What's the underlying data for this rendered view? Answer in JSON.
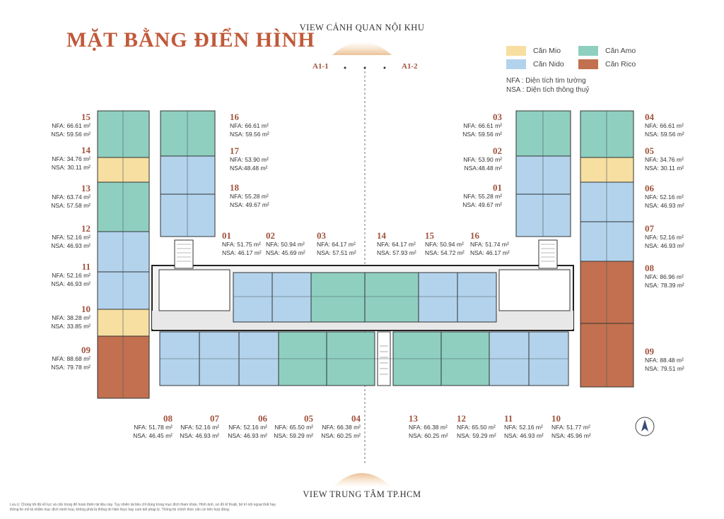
{
  "title": "MẶT BẰNG ĐIỂN HÌNH",
  "view_top": "VIEW CẢNH QUAN NỘI KHU",
  "view_bottom": "VIEW TRUNG TÂM TP.HCM",
  "axis_left": "A1-1",
  "axis_right": "A1-2",
  "legend": [
    {
      "label": "Căn Mio",
      "color": "#f6dfa0"
    },
    {
      "label": "Căn Amo",
      "color": "#8fcfc0"
    },
    {
      "label": "Căn Nido",
      "color": "#b3d3ec"
    },
    {
      "label": "Căn Rico",
      "color": "#c2704f"
    }
  ],
  "notes": {
    "nfa": "NFA : Diện tích tim tường",
    "nsa": "NSA : Diện tích thông thuỷ"
  },
  "units": [
    {
      "id": "u15L",
      "num": "15",
      "nfa": "NFA: 66.61 m²",
      "nsa": "NSA: 59.56 m²"
    },
    {
      "id": "u14L",
      "num": "14",
      "nfa": "NFA: 34.76 m²",
      "nsa": "NSA: 30.11 m²"
    },
    {
      "id": "u13L",
      "num": "13",
      "nfa": "NFA: 63.74 m²",
      "nsa": "NSA: 57.58 m²"
    },
    {
      "id": "u12L",
      "num": "12",
      "nfa": "NFA: 52.16 m²",
      "nsa": "NSA: 46.93 m²"
    },
    {
      "id": "u11L",
      "num": "11",
      "nfa": "NFA: 52.16 m²",
      "nsa": "NSA: 46.93 m²"
    },
    {
      "id": "u10L",
      "num": "10",
      "nfa": "NFA: 38.28 m²",
      "nsa": "NSA: 33.85 m²"
    },
    {
      "id": "u09L",
      "num": "09",
      "nfa": "NFA: 88.68 m²",
      "nsa": "NSA: 79.78 m²"
    },
    {
      "id": "u16L",
      "num": "16",
      "nfa": "NFA: 66.61 m²",
      "nsa": "NSA: 59.56 m²"
    },
    {
      "id": "u17L",
      "num": "17",
      "nfa": "NFA: 53.90 m²",
      "nsa": "NSA:48.48 m²"
    },
    {
      "id": "u18L",
      "num": "18",
      "nfa": "NFA: 55.28 m²",
      "nsa": "NSA: 49.67 m²"
    },
    {
      "id": "u01C",
      "num": "01",
      "nfa": "NFA: 51.75 m²",
      "nsa": "NSA: 46.17 m²"
    },
    {
      "id": "u02C",
      "num": "02",
      "nfa": "NFA: 50.94 m²",
      "nsa": "NSA: 45.69 m²"
    },
    {
      "id": "u03C",
      "num": "03",
      "nfa": "NFA: 64.17 m²",
      "nsa": "NSA: 57.51 m²"
    },
    {
      "id": "u14C",
      "num": "14",
      "nfa": "NFA: 64.17 m²",
      "nsa": "NSA: 57.93 m²"
    },
    {
      "id": "u15C",
      "num": "15",
      "nfa": "NFA: 50.94 m²",
      "nsa": "NSA: 54.72 m²"
    },
    {
      "id": "u16C",
      "num": "16",
      "nfa": "NFA: 51.74 m²",
      "nsa": "NSA: 46.17 m²"
    },
    {
      "id": "u03R",
      "num": "03",
      "nfa": "NFA: 66.61 m²",
      "nsa": "NSA: 59.56 m²"
    },
    {
      "id": "u02R",
      "num": "02",
      "nfa": "NFA: 53.90 m²",
      "nsa": "NSA:48.48 m²"
    },
    {
      "id": "u01R",
      "num": "01",
      "nfa": "NFA: 55.28 m²",
      "nsa": "NSA: 49.67 m²"
    },
    {
      "id": "u04R",
      "num": "04",
      "nfa": "NFA: 66.61 m²",
      "nsa": "NSA: 59.56 m²"
    },
    {
      "id": "u05R",
      "num": "05",
      "nfa": "NFA: 34.76 m²",
      "nsa": "NSA: 30.11 m²"
    },
    {
      "id": "u06R",
      "num": "06",
      "nfa": "NFA: 52.16 m²",
      "nsa": "NSA: 46.93 m²"
    },
    {
      "id": "u07R",
      "num": "07",
      "nfa": "NFA: 52.16 m²",
      "nsa": "NSA: 46.93 m²"
    },
    {
      "id": "u08R",
      "num": "08",
      "nfa": "NFA: 86.96 m²",
      "nsa": "NSA: 78.39 m²"
    },
    {
      "id": "u09R",
      "num": "09",
      "nfa": "NFA: 88.48 m²",
      "nsa": "NSA: 79.51 m²"
    },
    {
      "id": "u08B",
      "num": "08",
      "nfa": "NFA: 51.78 m²",
      "nsa": "NSA: 46.45 m²"
    },
    {
      "id": "u07B",
      "num": "07",
      "nfa": "NFA: 52.16 m²",
      "nsa": "NSA: 46.93 m²"
    },
    {
      "id": "u06B",
      "num": "06",
      "nfa": "NFA: 52.16 m²",
      "nsa": "NSA: 46.93 m²"
    },
    {
      "id": "u05B",
      "num": "05",
      "nfa": "NFA: 65.50 m²",
      "nsa": "NSA: 59.29 m²"
    },
    {
      "id": "u04B",
      "num": "04",
      "nfa": "NFA: 66.38 m²",
      "nsa": "NSA: 60.25 m²"
    },
    {
      "id": "u13B",
      "num": "13",
      "nfa": "NFA: 66.38 m²",
      "nsa": "NSA: 60.25 m²"
    },
    {
      "id": "u12B",
      "num": "12",
      "nfa": "NFA: 65.50 m²",
      "nsa": "NSA: 59.29 m²"
    },
    {
      "id": "u11B",
      "num": "11",
      "nfa": "NFA: 52.16 m²",
      "nsa": "NSA: 46.93 m²"
    },
    {
      "id": "u10B",
      "num": "10",
      "nfa": "NFA: 51.77 m²",
      "nsa": "NSA: 45.96 m²"
    }
  ],
  "footnote": "Lưu ý: Chúng tôi đã nỗ lực và cẩn trọng để hoàn thiện tài liệu này. Tuy nhiên tài liệu chỉ dùng trong mục đích tham khảo. Hình ảnh, sơ đồ kĩ thuật, bố trí nội ngoại thất hay thông tin mô tả nhằm mục đích minh họa, không phải là thông tin hiện thực hay cam kết pháp lý. Thông tin chính thức căn cứ trên hợp đồng."
}
